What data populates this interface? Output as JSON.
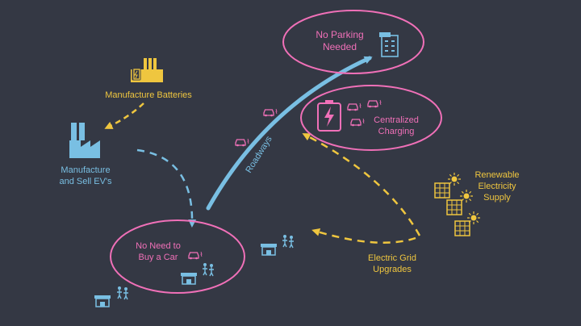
{
  "nodes": {
    "no_parking": {
      "line1": "No Parking",
      "line2": "Needed"
    },
    "centralized": {
      "line1": "Centralized",
      "line2": "Charging"
    },
    "no_car": {
      "line1": "No Need to",
      "line2": "Buy a Car"
    },
    "batteries": {
      "label": "Manufacture Batteries"
    },
    "manufacture_ev": {
      "line1": "Manufacture",
      "line2": "and Sell EV's"
    },
    "renewable": {
      "line1": "Renewable",
      "line2": "Electricity",
      "line3": "Supply"
    },
    "grid": {
      "line1": "Electric Grid",
      "line2": "Upgrades"
    }
  },
  "edges": {
    "roadways": "Roadways"
  },
  "colors": {
    "background": "#343844",
    "pink": "#f070b8",
    "blue": "#79bfe3",
    "yellow": "#efc63f"
  },
  "icons": [
    "factory-icon",
    "building-icon",
    "battery-charging-icon",
    "car-icon",
    "store-icon",
    "people-icon",
    "solar-panel-icon",
    "sun-icon"
  ]
}
